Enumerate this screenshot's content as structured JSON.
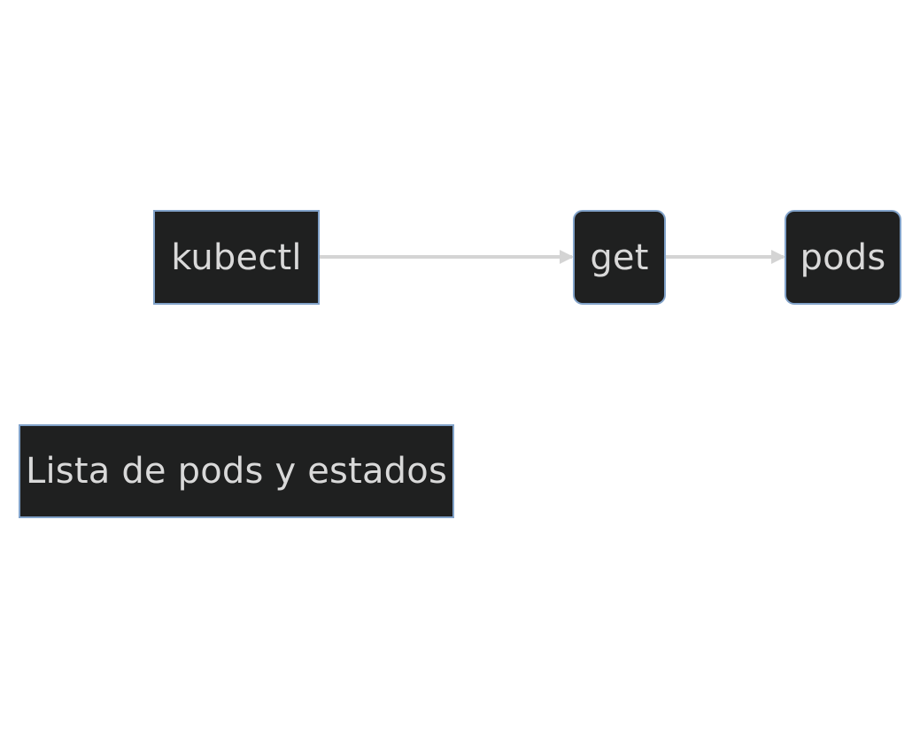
{
  "diagram": {
    "nodes": {
      "kubectl": "kubectl",
      "get": "get",
      "pods": "pods",
      "result": "Lista de pods y estados"
    },
    "edges": [
      {
        "from": "kubectl",
        "to": "get"
      },
      {
        "from": "get",
        "to": "pods"
      }
    ],
    "colors": {
      "node_fill": "#1f2020",
      "node_border": "#81a2c9",
      "node_text": "#d9d9d9",
      "edge": "#d4d4d4",
      "background": "#ffffff"
    }
  }
}
